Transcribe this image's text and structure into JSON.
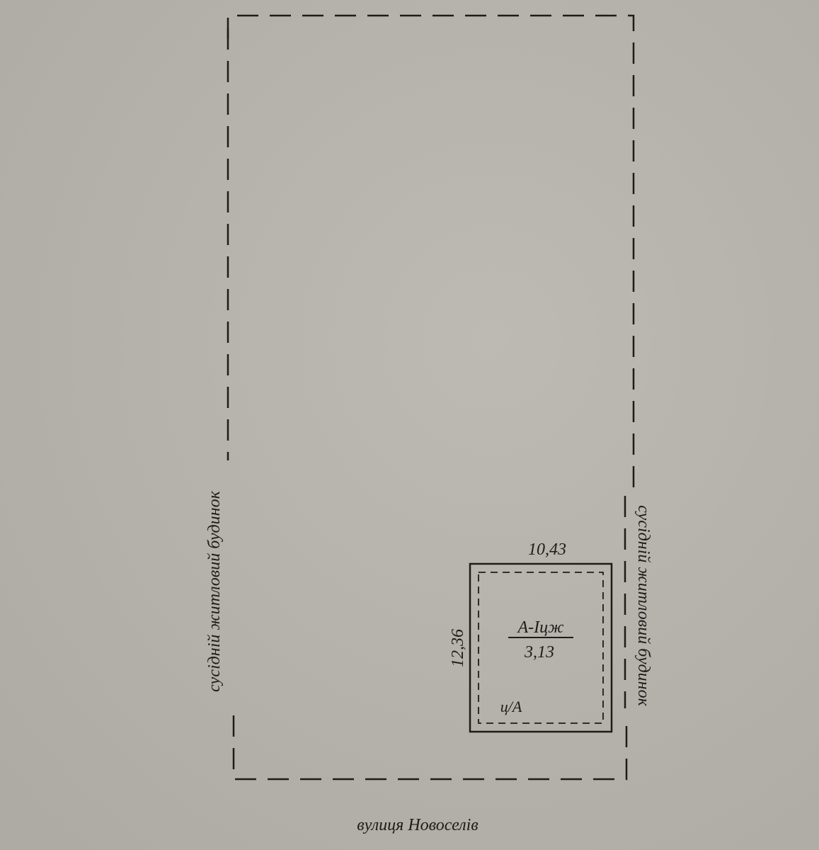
{
  "plan": {
    "left_neighbor_label": "сусідній житловий будинок",
    "right_neighbor_label": "сусідній житловий будинок",
    "street_label": "вулиця Новоселів",
    "building": {
      "width_label": "10,43",
      "length_label": "12,36",
      "code": "А-Іцж",
      "height": "3,13",
      "material": "ц/А"
    }
  },
  "colors": {
    "paper": "#b9b5af",
    "ink": "#1e1c1a"
  }
}
